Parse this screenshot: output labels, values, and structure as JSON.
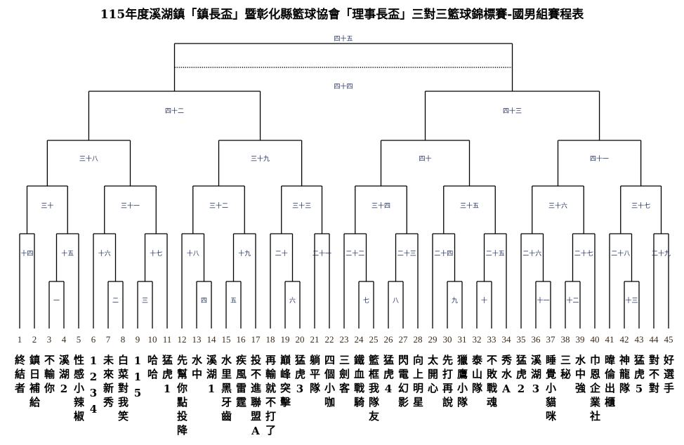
{
  "title": "115年度溪湖鎮「鎮長盃」暨彰化縣籃球協會「理事長盃」三對三籃球錦標賽-國男組賽程表",
  "teams": [
    "終結者",
    "鎮日補給",
    "不輸你",
    "溪湖2",
    "性感小辣椒",
    "1234",
    "未來新秀",
    "白菜對我笑",
    "115",
    "哈哈",
    "猛虎1",
    "先幫你點投降",
    "水中",
    "溪湖1",
    "水里黑牙齒",
    "疾風雷霆",
    "投不進聯盟A",
    "再輸就不打了",
    "巔峰突擊",
    "猛虎3",
    "躺平隊",
    "四個小咖",
    "三劍客",
    "鐵血戰騎",
    "籃框我隊友",
    "猛虎4",
    "閃電幻影",
    "向上明星",
    "太開心",
    "先打再說",
    "獵鷹小隊",
    "泰山隊",
    "不敗戰魂",
    "秀水A",
    "猛虎2",
    "溪湖3",
    "睡覺小貓咪",
    "三秘",
    "水中強",
    "巾恩企業社",
    "暐倫出櫃",
    "神龍隊",
    "猛虎5",
    "對不對",
    "好選手"
  ],
  "team_numbers": [
    "1",
    "2",
    "3",
    "4",
    "5",
    "6",
    "7",
    "8",
    "9",
    "10",
    "11",
    "12",
    "13",
    "14",
    "15",
    "16",
    "17",
    "18",
    "19",
    "20",
    "21",
    "22",
    "23",
    "24",
    "25",
    "26",
    "27",
    "28",
    "29",
    "30",
    "31",
    "32",
    "33",
    "34",
    "35",
    "36",
    "37",
    "38",
    "39",
    "40",
    "41",
    "42",
    "43",
    "44",
    "45"
  ],
  "games": [
    {
      "id": 1,
      "label": "一",
      "a": "t3",
      "b": "t4",
      "round": 1
    },
    {
      "id": 2,
      "label": "二",
      "a": "t7",
      "b": "t8",
      "round": 1
    },
    {
      "id": 3,
      "label": "三",
      "a": "t9",
      "b": "t10",
      "round": 1
    },
    {
      "id": 4,
      "label": "四",
      "a": "t13",
      "b": "t14",
      "round": 1
    },
    {
      "id": 5,
      "label": "五",
      "a": "t15",
      "b": "t16",
      "round": 1
    },
    {
      "id": 6,
      "label": "六",
      "a": "t19",
      "b": "t20",
      "round": 1
    },
    {
      "id": 7,
      "label": "七",
      "a": "t24",
      "b": "t25",
      "round": 1
    },
    {
      "id": 8,
      "label": "八",
      "a": "t26",
      "b": "t27",
      "round": 1
    },
    {
      "id": 9,
      "label": "九",
      "a": "t30",
      "b": "t31",
      "round": 1
    },
    {
      "id": 10,
      "label": "十",
      "a": "t32",
      "b": "t33",
      "round": 1
    },
    {
      "id": 11,
      "label": "十一",
      "a": "t36",
      "b": "t37",
      "round": 1
    },
    {
      "id": 12,
      "label": "十二",
      "a": "t38",
      "b": "t39",
      "round": 1
    },
    {
      "id": 13,
      "label": "十三",
      "a": "t42",
      "b": "t43",
      "round": 1
    },
    {
      "id": 14,
      "label": "十四",
      "a": "t1",
      "b": "t2",
      "round": 2
    },
    {
      "id": 15,
      "label": "十五",
      "a": "g1",
      "b": "t5",
      "round": 2
    },
    {
      "id": 16,
      "label": "十六",
      "a": "t6",
      "b": "g2",
      "round": 2
    },
    {
      "id": 17,
      "label": "十七",
      "a": "g3",
      "b": "t11",
      "round": 2
    },
    {
      "id": 18,
      "label": "十八",
      "a": "t12",
      "b": "g4",
      "round": 2
    },
    {
      "id": 19,
      "label": "十九",
      "a": "g5",
      "b": "t17",
      "round": 2
    },
    {
      "id": 20,
      "label": "二十",
      "a": "t18",
      "b": "g6",
      "round": 2
    },
    {
      "id": 21,
      "label": "二十一",
      "a": "t21",
      "b": "t22",
      "round": 2
    },
    {
      "id": 22,
      "label": "二十二",
      "a": "t23",
      "b": "g7",
      "round": 2
    },
    {
      "id": 23,
      "label": "二十三",
      "a": "g8",
      "b": "t28",
      "round": 2
    },
    {
      "id": 24,
      "label": "二十四",
      "a": "t29",
      "b": "g9",
      "round": 2
    },
    {
      "id": 25,
      "label": "二十五",
      "a": "g10",
      "b": "t34",
      "round": 2
    },
    {
      "id": 26,
      "label": "二十六",
      "a": "t35",
      "b": "g11",
      "round": 2
    },
    {
      "id": 27,
      "label": "二十七",
      "a": "g12",
      "b": "t40",
      "round": 2
    },
    {
      "id": 28,
      "label": "二十八",
      "a": "t41",
      "b": "g13",
      "round": 2
    },
    {
      "id": 29,
      "label": "二十九",
      "a": "t44",
      "b": "t45",
      "round": 2
    },
    {
      "id": 30,
      "label": "三十",
      "a": "g14",
      "b": "g15",
      "round": 3
    },
    {
      "id": 31,
      "label": "三十一",
      "a": "g16",
      "b": "g17",
      "round": 3
    },
    {
      "id": 32,
      "label": "三十二",
      "a": "g18",
      "b": "g19",
      "round": 3
    },
    {
      "id": 33,
      "label": "三十三",
      "a": "g20",
      "b": "g21",
      "round": 3
    },
    {
      "id": 34,
      "label": "三十四",
      "a": "g22",
      "b": "g23",
      "round": 3
    },
    {
      "id": 35,
      "label": "三十五",
      "a": "g24",
      "b": "g25",
      "round": 3
    },
    {
      "id": 36,
      "label": "三十六",
      "a": "g26",
      "b": "g27",
      "round": 3
    },
    {
      "id": 37,
      "label": "三十七",
      "a": "g28",
      "b": "g29",
      "round": 3
    },
    {
      "id": 38,
      "label": "三十八",
      "a": "g30",
      "b": "g31",
      "round": 4
    },
    {
      "id": 39,
      "label": "三十九",
      "a": "g32",
      "b": "g33",
      "round": 4
    },
    {
      "id": 40,
      "label": "四十",
      "a": "g34",
      "b": "g35",
      "round": 4
    },
    {
      "id": 41,
      "label": "四十一",
      "a": "g36",
      "b": "g37",
      "round": 4
    },
    {
      "id": 42,
      "label": "四十二",
      "a": "g38",
      "b": "g39",
      "round": 5
    },
    {
      "id": 43,
      "label": "四十三",
      "a": "g40",
      "b": "g41",
      "round": 5
    }
  ],
  "final": {
    "label": "四十五",
    "a": "g42",
    "b": "g43"
  },
  "third_place": {
    "label": "四十四"
  }
}
